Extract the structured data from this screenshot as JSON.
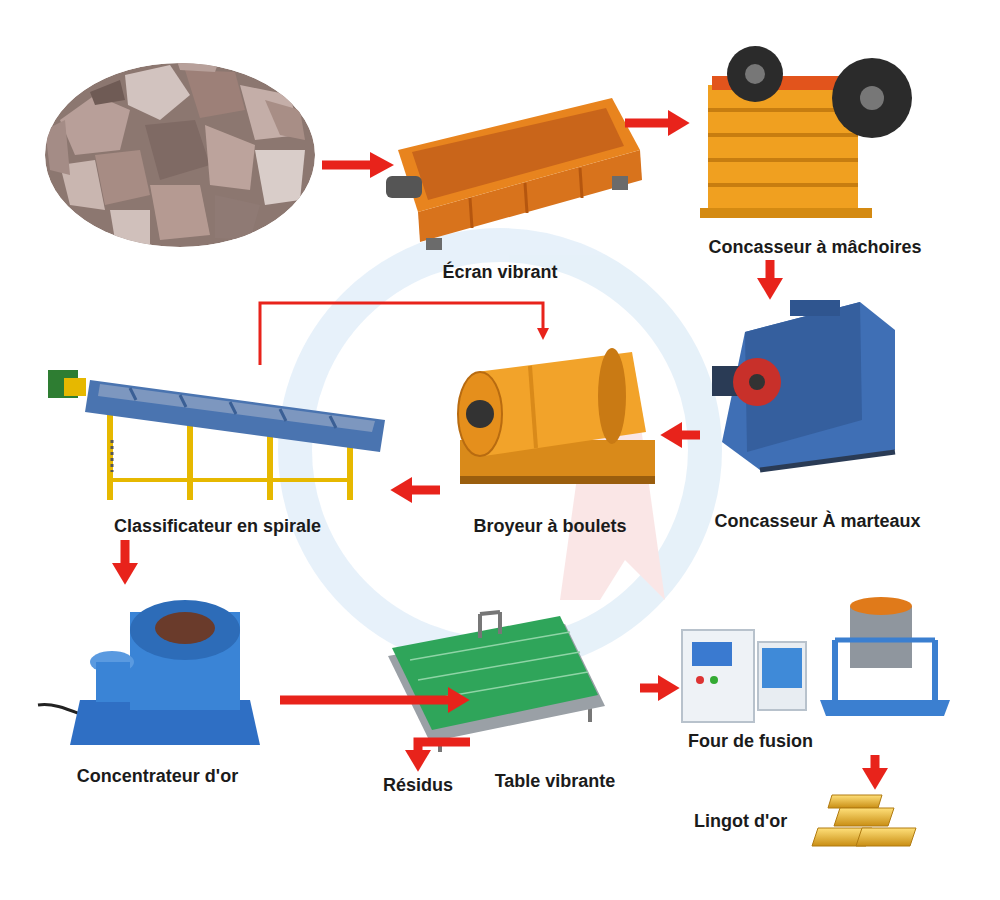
{
  "diagram": {
    "nodes": [
      {
        "text": [
          "Écran vibrant"
        ]
      },
      {
        "text": [
          "Concasseur à mâchoires"
        ]
      },
      {
        "text": [
          "Concasseur À marteaux"
        ]
      },
      {
        "text": [
          "Broyeur à boulets"
        ]
      },
      {
        "text": [
          "Classificateur en spirale"
        ]
      },
      {
        "text": [
          "Concentrateur d'or"
        ]
      },
      {
        "text": [
          "Table vibrante"
        ]
      },
      {
        "text": [
          "Résidus"
        ]
      },
      {
        "text": [
          "Four de fusion"
        ]
      },
      {
        "text": [
          "Lingot d'or"
        ]
      }
    ],
    "edges": [
      {
        "from": 0,
        "to": 1,
        "arrow": "to"
      },
      {
        "from": 1,
        "to": 2,
        "arrow": "to"
      },
      {
        "from": 2,
        "to": 3,
        "arrow": "to"
      },
      {
        "from": 3,
        "to": 4,
        "arrow": "to"
      },
      {
        "from": 4,
        "to": 3,
        "arrow": "to"
      },
      {
        "from": 4,
        "to": 5,
        "arrow": "to"
      },
      {
        "from": 5,
        "to": 6,
        "arrow": "to"
      },
      {
        "from": 6,
        "to": 7,
        "arrow": "to"
      },
      {
        "from": 6,
        "to": 8,
        "arrow": "to"
      },
      {
        "from": 8,
        "to": 9,
        "arrow": "to"
      }
    ]
  }
}
